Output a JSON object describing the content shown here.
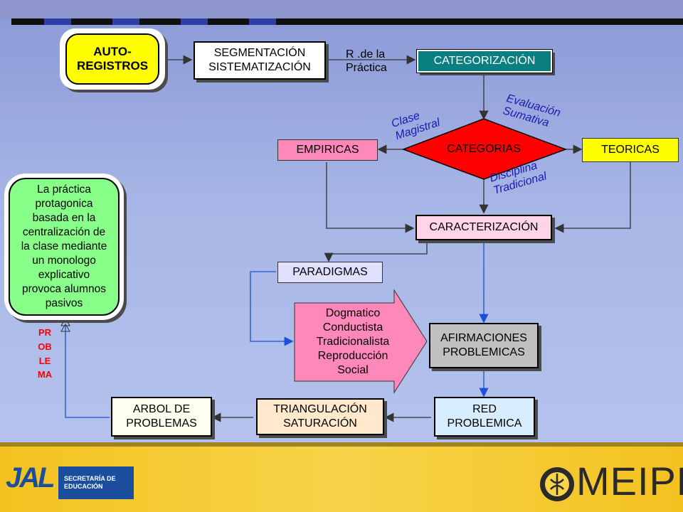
{
  "nodes": {
    "autoregistros": "AUTO-\nREGISTROS",
    "segmentacion": "SEGMENTACIÓN\nSISTEMATIZACIÓN",
    "practica_label": "R .de la\nPráctica",
    "categorizacion": "CATEGORIZACIÓN",
    "clase_magistral": "Clase\nMagistral",
    "evaluacion_sumativa": "Evaluación\nSumativa",
    "empiricas": "EMPIRICAS",
    "categorias": "CATEGORIAS",
    "teoricas": "TEORICAS",
    "disciplina_tradicional": "Disciplina\nTradicional",
    "caracterizacion": "CARACTERIZACIÓN",
    "paradigmas": "PARADIGMAS",
    "paradigm_list": "Dogmatico\nConductista\nTradicionalista\nReproducción\nSocial",
    "afirmaciones": "AFIRMACIONES\nPROBLEMICAS",
    "red_problemica": "RED\nPROBLEMICA",
    "triangulacion": "TRIANGULACIÓN\nSATURACIÓN",
    "arbol": "ARBOL DE\nPROBLEMAS",
    "problema_text": "La práctica\nprotagonica\nbasada en la\ncentralización de\nla clase mediante\nun monologo\nexplicativo\nprovoca alumnos\npasivos",
    "problema_vertical": "PROBLEMA"
  },
  "footer": {
    "left_logo": "JAL",
    "secretaria": "SECRETARÍA DE\nEDUCACIÓN",
    "right_logo": "MEIPE"
  },
  "colors": {
    "yellow": "#ffff00",
    "teal": "#0a7f7f",
    "red": "#ff0000",
    "pink": "#ff88bb",
    "lightpink": "#ffd4e6",
    "grey": "#c0c0c0",
    "green": "#88ff88",
    "lightblue": "#d6ecff"
  }
}
